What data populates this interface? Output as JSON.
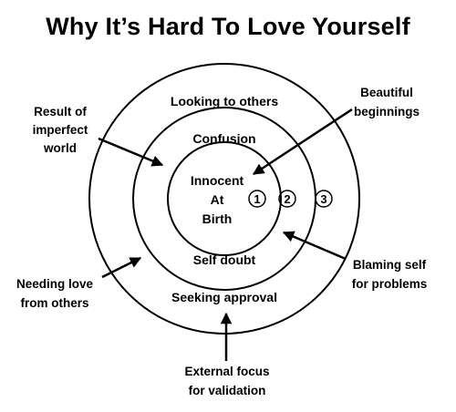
{
  "title": "Why It’s Hard To Love Yourself",
  "rings": {
    "inner": {
      "lines": [
        "Innocent",
        "At",
        "Birth"
      ]
    },
    "middle": {
      "top": "Confusion",
      "bottom": "Self doubt"
    },
    "outer": {
      "top": "Looking to others",
      "bottom": "Seeking approval"
    }
  },
  "numbers": [
    "1",
    "2",
    "3"
  ],
  "callouts": {
    "top_left": [
      "Result of",
      "imperfect",
      "world"
    ],
    "top_right": [
      "Beautiful",
      "beginnings"
    ],
    "bottom_left": [
      "Needing love",
      "from others"
    ],
    "bottom_right": [
      "Blaming self",
      "for problems"
    ],
    "bottom_center": [
      "External focus",
      "for validation"
    ]
  }
}
